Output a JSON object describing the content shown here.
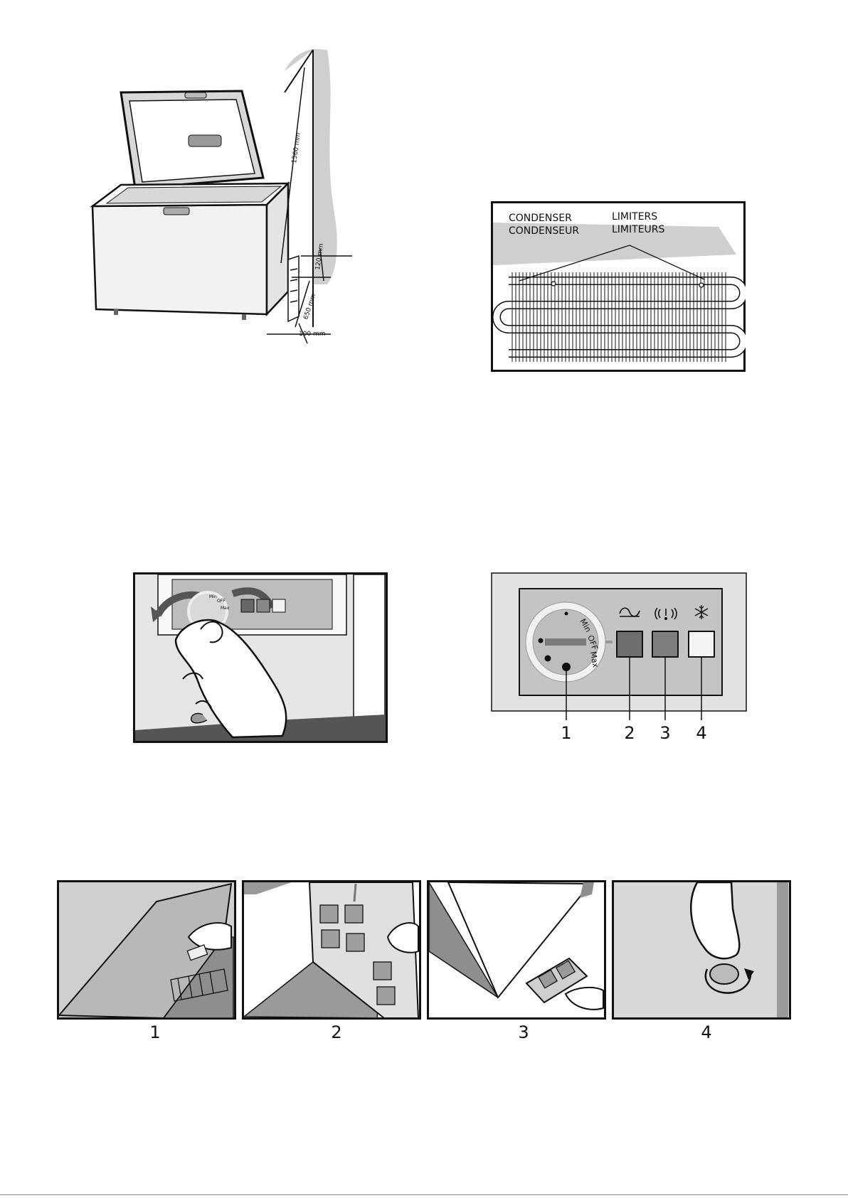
{
  "freezer_figure": {
    "dimensions": [
      "1560 mm",
      "120 mm",
      "650 mm",
      "100 mm"
    ]
  },
  "condenser_figure": {
    "label_condenser_en": "CONDENSER",
    "label_condenser_fr": "CONDENSEUR",
    "label_limiters_en": "LIMITERS",
    "label_limiters_fr": "LIMITEURS"
  },
  "dial_hand_figure": {
    "dial_marks": [
      "Min",
      "OFF",
      "Max"
    ]
  },
  "control_panel_figure": {
    "dial_marks": [
      "Min",
      "OFF",
      "Max"
    ],
    "icons": [
      "power-wave-icon",
      "alarm-icon",
      "snowflake-icon"
    ],
    "callouts": [
      "1",
      "2",
      "3",
      "4"
    ]
  },
  "steps_strip": {
    "numbers": [
      "1",
      "2",
      "3",
      "4"
    ]
  }
}
